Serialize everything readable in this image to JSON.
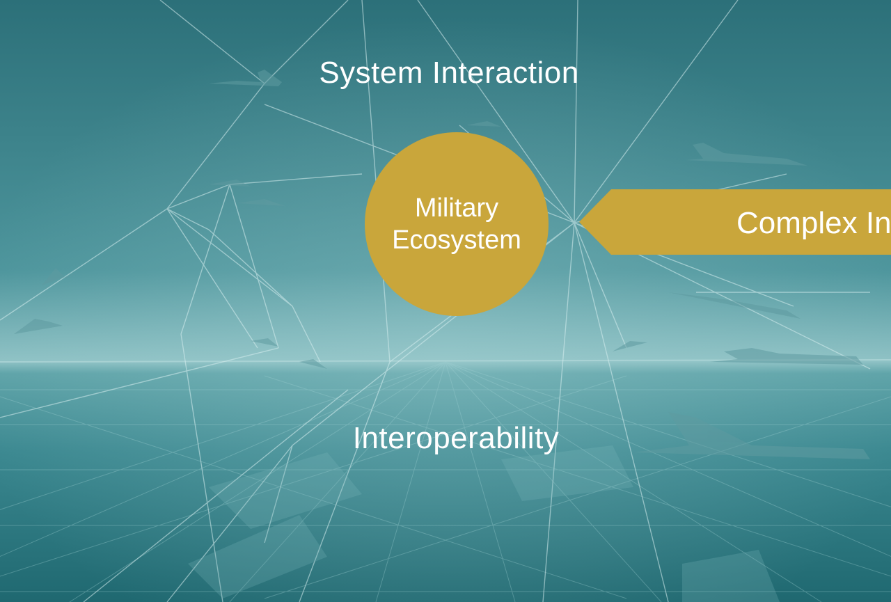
{
  "slide": {
    "top_label": "System Interaction",
    "bottom_label": "Interoperability",
    "center_circle": {
      "line1": "Military",
      "line2": "Ecosystem"
    },
    "arrow_banner": {
      "label": "Complex In"
    }
  },
  "colors": {
    "sky_top": "#2f7680",
    "sky_mid": "#4d959c",
    "horizon": "#8ec0c4",
    "sea_top": "#3c8a92",
    "sea_bottom": "#1f6a72",
    "accent_gold": "#c9a63b",
    "text": "#ffffff"
  }
}
